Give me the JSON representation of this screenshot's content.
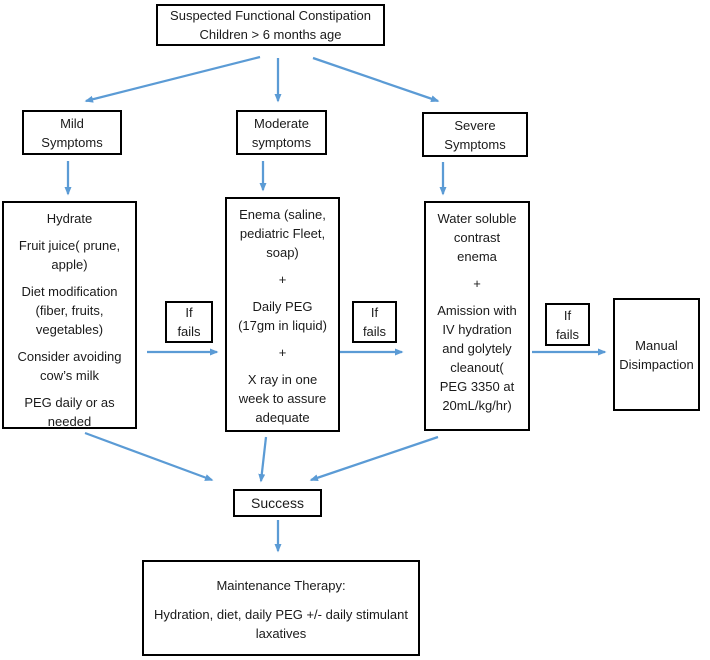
{
  "colors": {
    "arrow": "#5b9bd5",
    "box-border": "#000000",
    "text": "#1a1a1a",
    "bg": "#ffffff"
  },
  "nodes": {
    "start": {
      "lines": [
        "Suspected Functional Constipation",
        "Children > 6 months age"
      ]
    },
    "mild": {
      "lines": [
        "Mild",
        "Symptoms"
      ]
    },
    "moderate": {
      "lines": [
        "Moderate",
        "symptoms"
      ]
    },
    "severe": {
      "lines": [
        "Severe",
        "Symptoms"
      ]
    },
    "mild_treatment": {
      "paragraphs": [
        "Hydrate",
        "Fruit juice( prune, apple)",
        "Diet modification (fiber, fruits, vegetables)",
        "Consider avoiding cow’s milk",
        "PEG daily or as needed"
      ]
    },
    "moderate_treatment": {
      "paragraphs": [
        "Enema (saline, pediatric Fleet, soap)",
        "+",
        "Daily PEG (17gm in liquid)",
        "+",
        "X ray in one week to assure adequate"
      ]
    },
    "severe_treatment": {
      "paragraphs": [
        "Water soluble contrast enema",
        "+",
        "Amission with IV hydration and golytely cleanout( PEG 3350 at 20mL/kg/hr)"
      ]
    },
    "if_fails_1": {
      "lines": [
        "If",
        "fails"
      ]
    },
    "if_fails_2": {
      "lines": [
        "If",
        "fails"
      ]
    },
    "if_fails_3": {
      "lines": [
        "If",
        "fails"
      ]
    },
    "manual_disimpaction": {
      "text": "Manual Disimpaction"
    },
    "success": {
      "text": "Success"
    },
    "maintenance": {
      "paragraphs": [
        "Maintenance Therapy:",
        "Hydration, diet, daily PEG +/- daily stimulant laxatives"
      ]
    }
  }
}
